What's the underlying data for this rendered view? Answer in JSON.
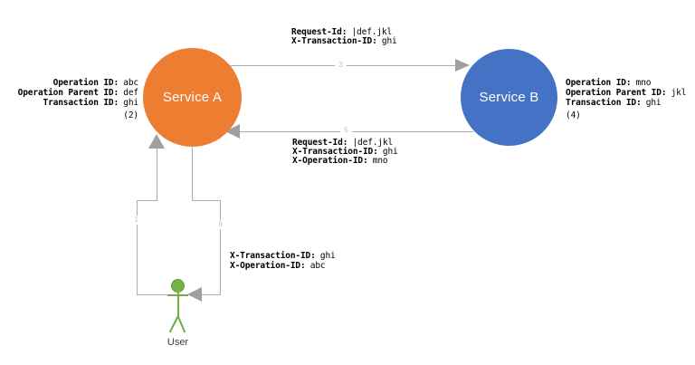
{
  "diagram": {
    "nodes": {
      "service_a": {
        "label": "Service A",
        "color": "#ED7D31"
      },
      "service_b": {
        "label": "Service B",
        "color": "#4472C4"
      },
      "user": {
        "label": "User",
        "color": "#70AD47"
      }
    },
    "annotations": {
      "service_a_props": {
        "lines": [
          {
            "label": "Operation ID:",
            "value": "abc"
          },
          {
            "label": "Operation Parent ID:",
            "value": "def"
          },
          {
            "label": "Transaction ID:",
            "value": "ghi"
          }
        ],
        "step": "(2)"
      },
      "service_b_props": {
        "lines": [
          {
            "label": "Operation ID:",
            "value": "mno"
          },
          {
            "label": "Operation Parent ID:",
            "value": "jkl"
          },
          {
            "label": "Transaction ID:",
            "value": "ghi"
          }
        ],
        "step": "(4)"
      },
      "request_a_to_b": {
        "lines": [
          {
            "label": "Request-Id:",
            "value": "|def.jkl"
          },
          {
            "label": "X-Transaction-ID:",
            "value": "ghi"
          }
        ]
      },
      "response_b_to_a": {
        "lines": [
          {
            "label": "Request-Id:",
            "value": "|def.jkl"
          },
          {
            "label": "X-Transaction-ID:",
            "value": "ghi"
          },
          {
            "label": "X-Operation-ID:",
            "value": "mno"
          }
        ]
      },
      "response_a_to_user": {
        "lines": [
          {
            "label": "X-Transaction-ID:",
            "value": "ghi"
          },
          {
            "label": "X-Operation-ID:",
            "value": "abc"
          }
        ]
      }
    },
    "connectors": {
      "user_to_a": {
        "marker": "1"
      },
      "a_to_b": {
        "marker": "3"
      },
      "b_to_a": {
        "marker": "5"
      },
      "a_to_user": {
        "marker": "6"
      }
    },
    "colors": {
      "connector": "#ACACAC",
      "arrowhead": "#9F9F9F",
      "marker_text": "#C0C0C0"
    }
  }
}
